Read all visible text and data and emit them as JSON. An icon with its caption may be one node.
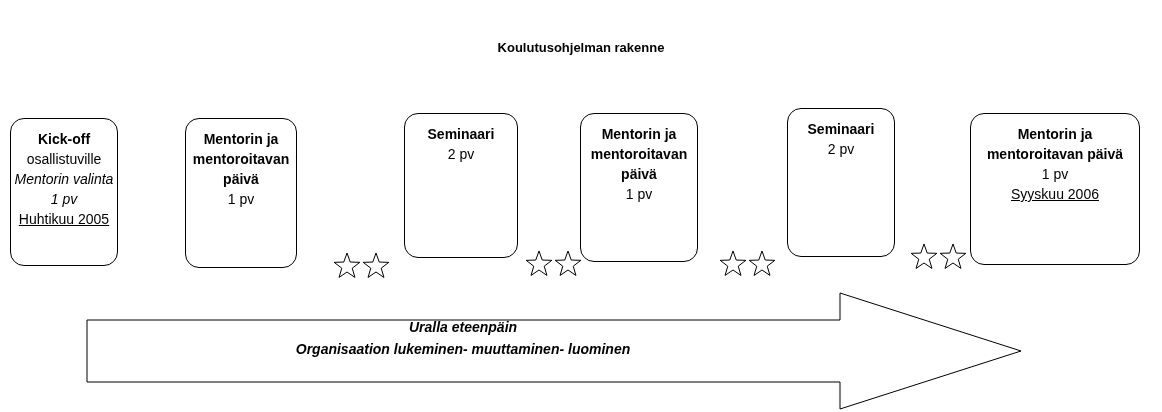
{
  "diagram": {
    "title": "Koulutusohjelman rakenne",
    "nodes": [
      {
        "text": [
          "Kick-off",
          "osallistuville",
          "Mentorin valinta",
          "1 pv",
          "Huhtikuu 2005"
        ]
      },
      {
        "text": [
          "Mentorin ja mentoroitavan päivä",
          "1 pv"
        ]
      },
      {
        "text": [
          "Seminaari",
          "2 pv"
        ]
      },
      {
        "text": [
          "Mentorin ja mentoroitavan päivä",
          "1 pv"
        ]
      },
      {
        "text": [
          "Seminaari",
          "2 pv"
        ]
      },
      {
        "text": [
          "Mentorin ja mentoroitavan päivä",
          "1 pv",
          "Syyskuu 2006"
        ]
      },
      {
        "text": [
          "Uralla eteenpäin",
          "Organisaation lukeminen- muuttaminen- luominen"
        ]
      }
    ],
    "edges": []
  }
}
